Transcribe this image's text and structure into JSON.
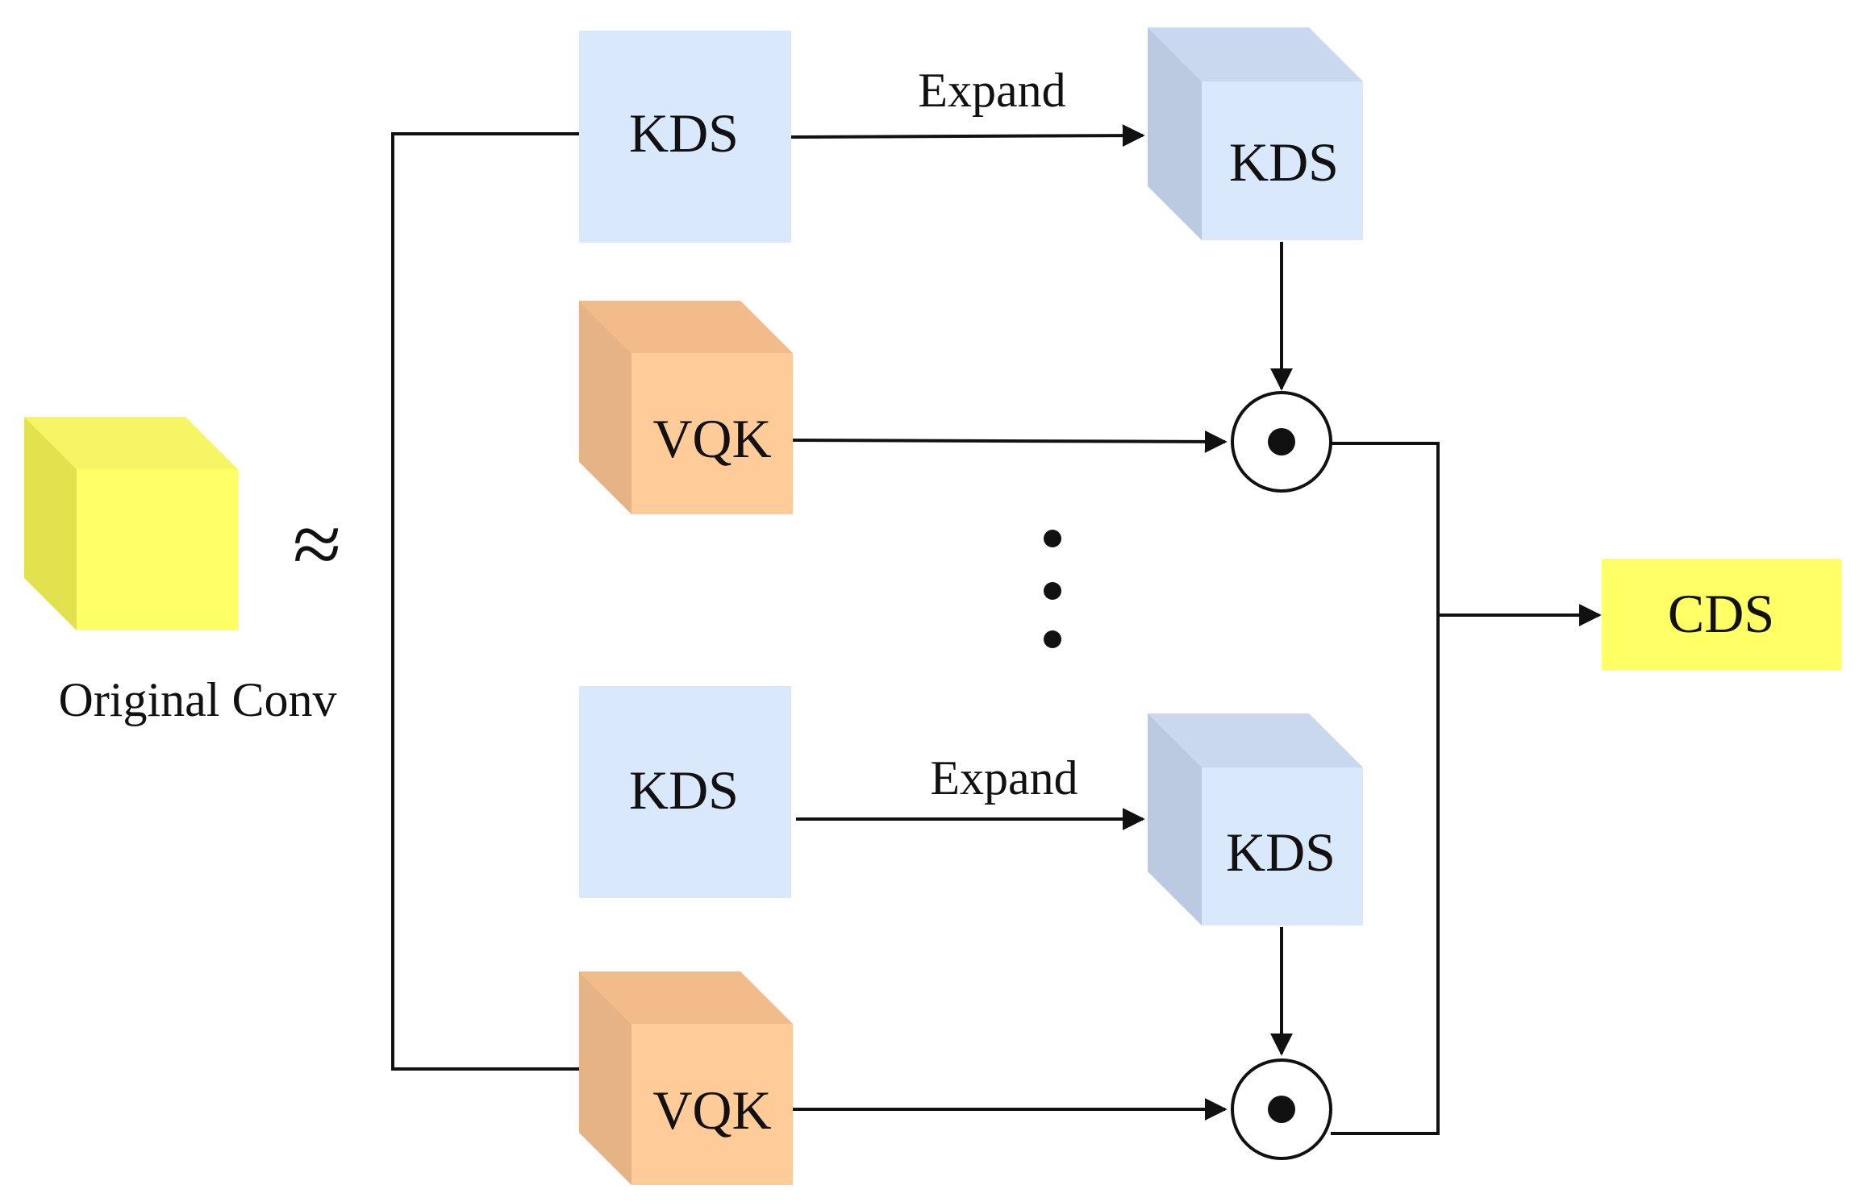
{
  "diagram": {
    "approx_symbol": "≈",
    "original_conv": {
      "caption": "Original Conv"
    },
    "kds_label": "KDS",
    "vqk_label": "VQK",
    "expand_label": "Expand",
    "output_label": "CDS",
    "ellipsis": "vertical dots between branches",
    "colors": {
      "yellow_front": "#FFFF66",
      "yellow_top": "#F5F566",
      "yellow_side": "#E2E24F",
      "kds_front": "#DAE8FC",
      "kds_top": "#C9D7EF",
      "kds_side": "#BBCAE0",
      "vqk_front": "#FFCC99",
      "vqk_top": "#F2BC8A",
      "vqk_side": "#E6B384",
      "cds": "#FFFF66",
      "stroke": "#111111"
    }
  }
}
